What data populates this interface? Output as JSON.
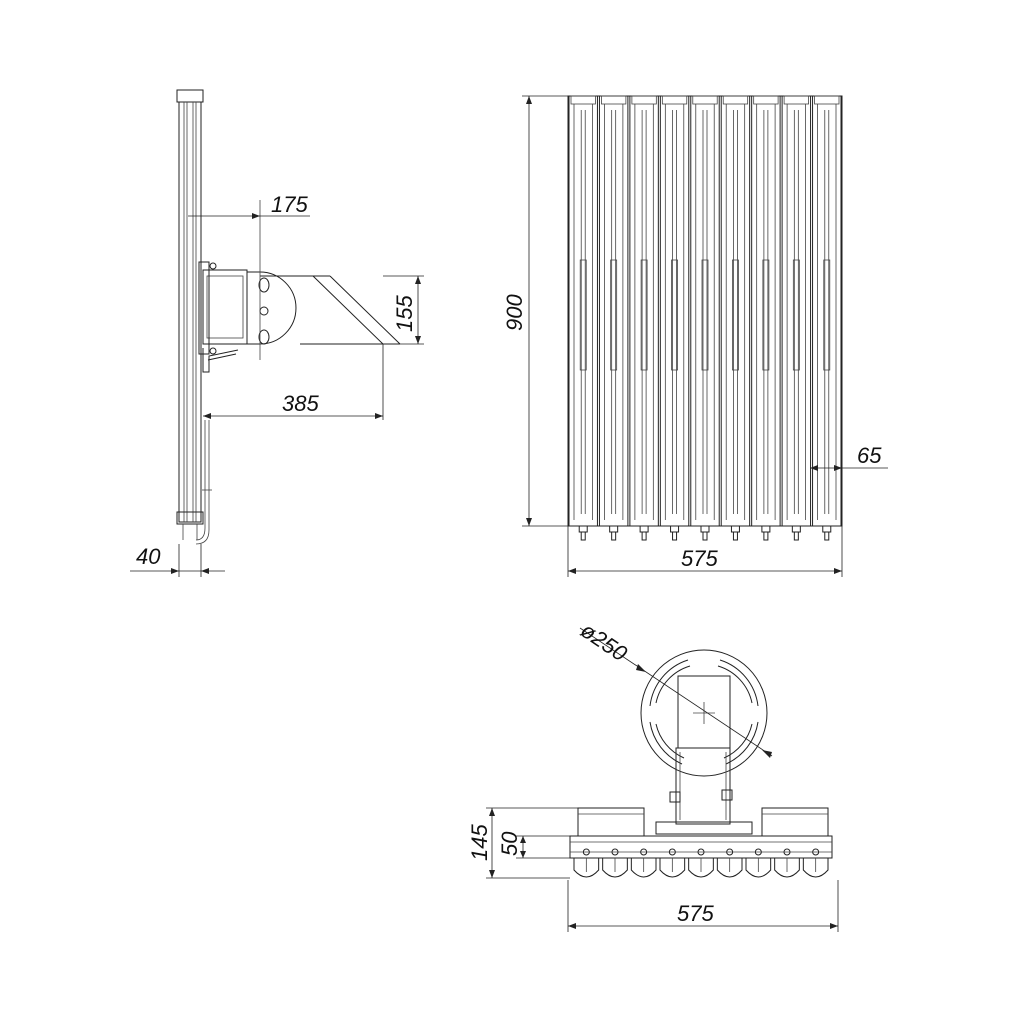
{
  "dimensions": {
    "bracket_offset": "175",
    "bracket_height": "155",
    "bracket_reach": "385",
    "side_thickness": "40",
    "overall_height": "900",
    "profile_width": "65",
    "front_width": "575",
    "mount_diameter": "ø250",
    "total_depth": "145",
    "body_depth": "50",
    "bottom_width": "575"
  },
  "views": [
    {
      "name": "side-view"
    },
    {
      "name": "front-view"
    },
    {
      "name": "bottom-view"
    }
  ],
  "colors": {
    "line": "#222222",
    "background": "#ffffff"
  }
}
